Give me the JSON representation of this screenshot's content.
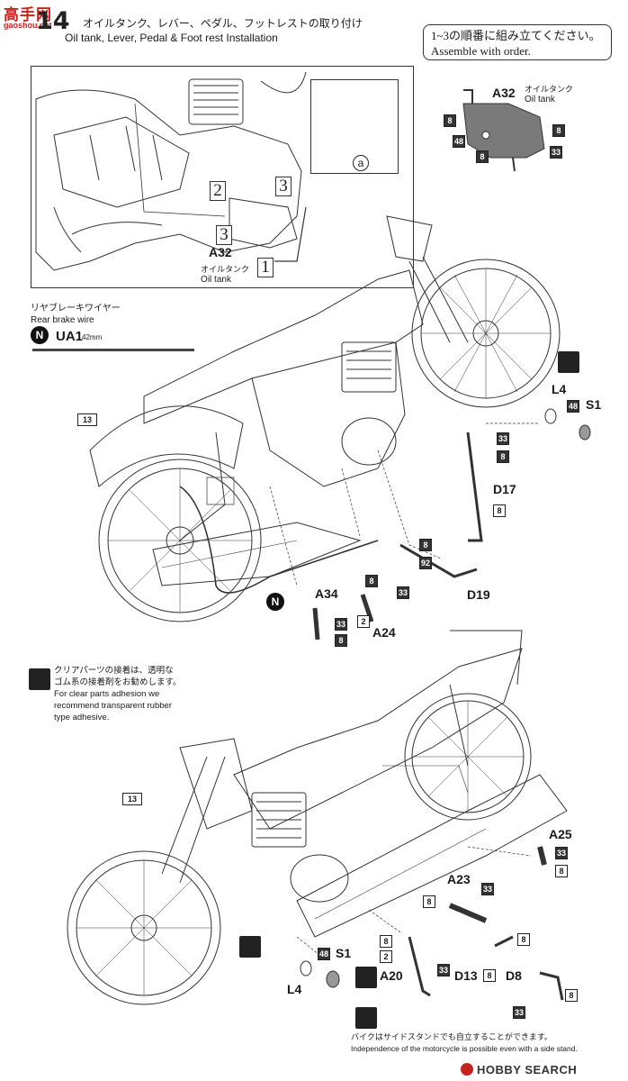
{
  "watermark": {
    "cn": "高手网",
    "domain": "gaoshou.net"
  },
  "step": {
    "number": "14"
  },
  "heading": {
    "jp": "オイルタンク、レバー、ペダル、フットレストの取り付け",
    "en": "Oil tank, Lever, Pedal & Foot rest Installation"
  },
  "order_note": {
    "jp": "1~3の順番に組み立てください。",
    "en": "Assemble with order."
  },
  "inset": {
    "part": "A32",
    "part_jp": "オイルタンク",
    "part_en": "Oil tank",
    "steps": [
      "1",
      "2",
      "3",
      "3"
    ],
    "callout": "a"
  },
  "oil_tank_part": {
    "part": "A32",
    "part_jp": "オイルタンク",
    "part_en": "Oil tank",
    "refs": [
      "8",
      "8",
      "48",
      "8",
      "33"
    ]
  },
  "rear_brake": {
    "jp": "リヤブレーキワイヤー",
    "en": "Rear brake wire",
    "badge": "N",
    "code": "UA1",
    "length": "42mm"
  },
  "upper_parts": {
    "frame_ref": "13",
    "l4": "L4",
    "s1": "S1",
    "s1_ref": "48",
    "d17": "D17",
    "d17_refs": [
      "33",
      "8",
      "8"
    ],
    "d19": "D19",
    "d19_refs": [
      "8",
      "92"
    ],
    "a34": "A34",
    "a34_refs": [
      "33",
      "8"
    ],
    "a24": "A24",
    "a24_refs": [
      "8",
      "2",
      "33"
    ],
    "n_badge": "N"
  },
  "clear_note": {
    "jp_1": "クリアパーツの接着は、透明な",
    "jp_2": "ゴム系の接着剤をお勧めします。",
    "en_1": "For clear parts adhesion we",
    "en_2": "recommend transparent rubber",
    "en_3": "type adhesive."
  },
  "lower_parts": {
    "frame_ref": "13",
    "a25": "A25",
    "a25_refs": [
      "33",
      "8"
    ],
    "a23": "A23",
    "a23_refs": [
      "8",
      "33",
      "8"
    ],
    "a20": "A20",
    "a20_refs": [
      "8",
      "2",
      "33"
    ],
    "d13": "D13",
    "d13_ref": "8",
    "d8": "D8",
    "d8_refs": [
      "8",
      "33"
    ],
    "l4": "L4",
    "s1": "S1",
    "s1_ref": "48"
  },
  "stand_note": {
    "jp": "バイクはサイドスタンドでも自立することができます。",
    "en": "Independence of the motorcycle is possible even with a side stand."
  },
  "footer": {
    "brand": "HOBBY SEARCH"
  }
}
